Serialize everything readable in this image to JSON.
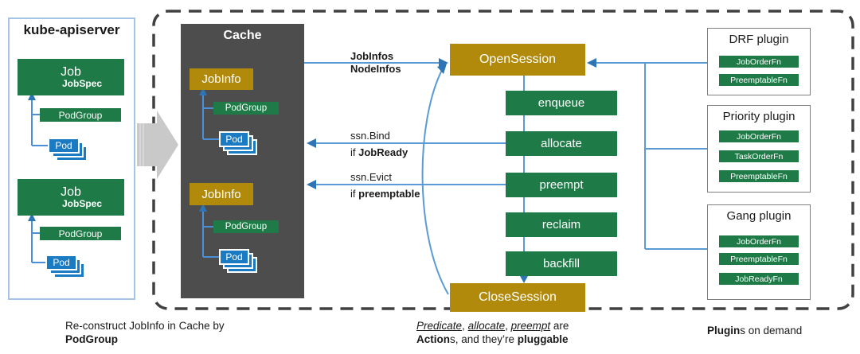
{
  "kube": {
    "title": "kube-apiserver",
    "groups": [
      {
        "job": "Job",
        "spec": "JobSpec",
        "podgroup": "PodGroup",
        "pod": "Pod"
      },
      {
        "job": "Job",
        "spec": "JobSpec",
        "podgroup": "PodGroup",
        "pod": "Pod"
      }
    ]
  },
  "cache": {
    "title": "Cache",
    "groups": [
      {
        "jobinfo": "JobInfo",
        "podgroup": "PodGroup",
        "pod": "Pod"
      },
      {
        "jobinfo": "JobInfo",
        "podgroup": "PodGroup",
        "pod": "Pod"
      }
    ]
  },
  "session": {
    "open": "OpenSession",
    "close": "CloseSession",
    "actions": [
      "enqueue",
      "allocate",
      "preempt",
      "reclaim",
      "backfill"
    ]
  },
  "edges": {
    "jobinfos": {
      "line1": "JobInfos",
      "line2": "NodeInfos"
    },
    "bind": {
      "call": "ssn.Bind",
      "cond_prefix": "if ",
      "cond": "JobReady"
    },
    "evict": {
      "call": "ssn.Evict",
      "cond_prefix": "if ",
      "cond": "preemptable"
    }
  },
  "plugins": [
    {
      "title": "DRF plugin",
      "fns": [
        "JobOrderFn",
        "PreemptableFn"
      ]
    },
    {
      "title": "Priority plugin",
      "fns": [
        "JobOrderFn",
        "TaskOrderFn",
        "PreemptableFn"
      ]
    },
    {
      "title": "Gang plugin",
      "fns": [
        "JobOrderFn",
        "PreemptableFn",
        "JobReadyFn"
      ]
    }
  ],
  "captions": {
    "left": {
      "line1": "Re-construct JobInfo in Cache by",
      "line2": "PodGroup"
    },
    "center": {
      "i1": "Predicate",
      "sep1": ", ",
      "i2": "allocate",
      "sep2": ", ",
      "i3": "preempt",
      "tail": " are",
      "b1": "Action",
      "mid": "s, and they’re ",
      "b2": "pluggable"
    },
    "right": {
      "bold": "Plugin",
      "rest": "s on demand"
    }
  },
  "colors": {
    "green": "#1e7a47",
    "gold": "#b18a0b",
    "blue": "#1a7ac2",
    "line_blue": "#5b9bd5",
    "arrow_blue": "#2e75b6",
    "cache_gray": "#4d4d4d",
    "dash": "#404040",
    "kube_border": "#a6c3e8",
    "plugin_border": "#7f7f7f",
    "gray_arrow": "#c9c9c9"
  }
}
